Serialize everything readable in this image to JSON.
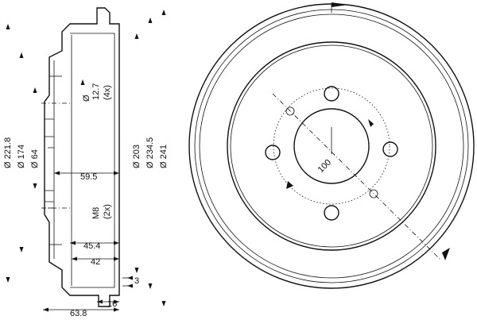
{
  "drawing": {
    "section_view": {
      "diam_221_8": "Ø 221.8",
      "diam_174": "Ø 174",
      "diam_64": "Ø 64",
      "diam_203": "Ø 203",
      "diam_234_5": "Ø 234.5",
      "diam_241": "Ø 241",
      "hole_diam": "Ø",
      "hole_size": "12.7",
      "hole_count": "(4x)",
      "thread_size": "M8",
      "thread_count": "(2x)",
      "width_59_5": "59.5",
      "width_45_4": "45.4",
      "width_42": "42",
      "dim_3": "3",
      "dim_16": "16",
      "dim_63_8": "63.8"
    },
    "front_view": {
      "pcd": "100"
    }
  }
}
